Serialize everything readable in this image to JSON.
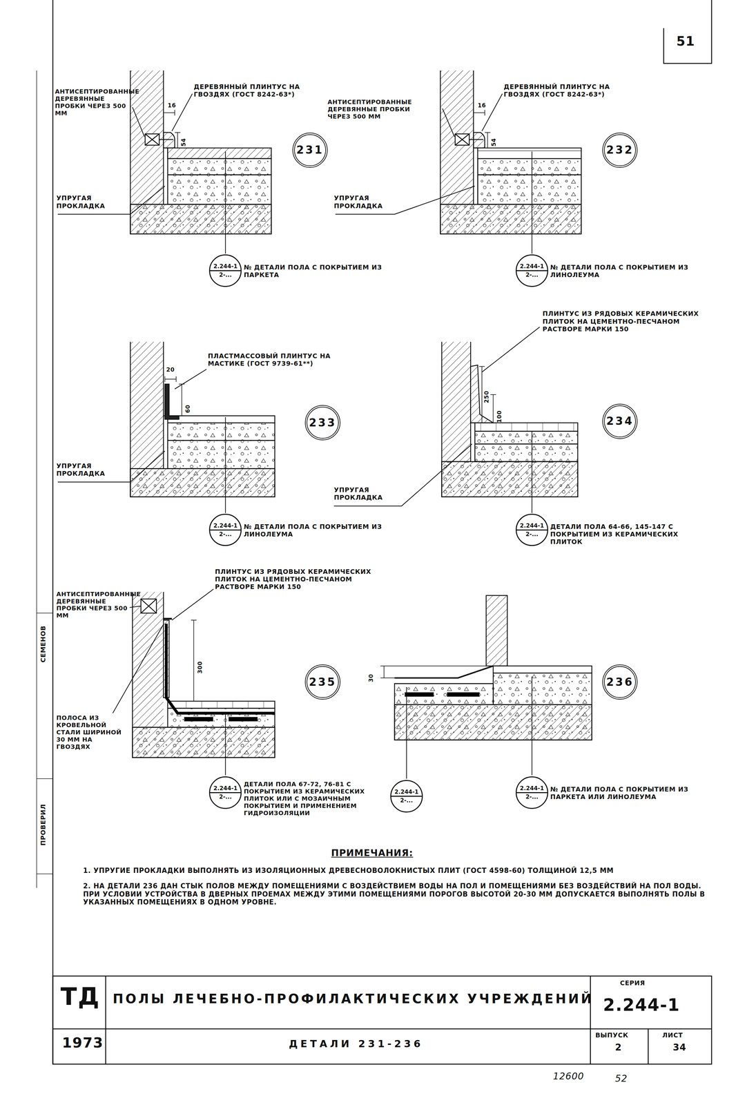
{
  "diagram": {
    "title": "ПОЛЫ ЛЕЧЕБНО-ПРОФИЛАКТИЧЕСКИХ УЧРЕЖДЕНИЙ",
    "nodes": [
      {
        "text": [
          "231"
        ]
      },
      {
        "text": [
          "2.244-1",
          "2-..."
        ]
      },
      {
        "text": [
          "232"
        ]
      },
      {
        "text": [
          "2.244-1",
          "2-..."
        ]
      },
      {
        "text": [
          "233"
        ]
      },
      {
        "text": [
          "2.244-1",
          "2-..."
        ]
      },
      {
        "text": [
          "234"
        ]
      },
      {
        "text": [
          "2.244-1",
          "2-..."
        ]
      },
      {
        "text": [
          "235"
        ]
      },
      {
        "text": [
          "2.244-1",
          "2-..."
        ]
      },
      {
        "text": [
          "2.244-1",
          "2-..."
        ]
      },
      {
        "text": [
          "236"
        ]
      },
      {
        "text": [
          "2.244-1",
          "2-..."
        ]
      }
    ],
    "labels": [
      "АНТИСЕПТИРОВАННЫЕ ДЕРЕВЯННЫЕ ПРОБКИ ЧЕРЕЗ 500 ММ",
      "ДЕРЕВЯННЫЙ ПЛИНТУС НА ГВОЗДЯХ (ГОСТ 8242-63*)",
      "16",
      "54",
      "УПРУГАЯ ПРОКЛАДКА",
      "№ ДЕТАЛИ ПОЛА С ПОКРЫТИЕМ ИЗ ПАРКЕТА",
      "АНТИСЕПТИРОВАННЫЕ ДЕРЕВЯННЫЕ ПРОБКИ ЧЕРЕЗ 500 ММ",
      "ДЕРЕВЯННЫЙ ПЛИНТУС НА ГВОЗДЯХ (ГОСТ 8242-63*)",
      "16",
      "54",
      "УПРУГАЯ ПРОКЛАДКА",
      "№ ДЕТАЛИ ПОЛА С ПОКРЫТИЕМ ИЗ ЛИНОЛЕУМА",
      "ПЛАСТМАССОВЫЙ ПЛИНТУС НА МАСТИКЕ (ГОСТ 9739-61**)",
      "20",
      "60",
      "УПРУГАЯ ПРОКЛАДКА",
      "№ ДЕТАЛИ ПОЛА С ПОКРЫТИЕМ ИЗ ЛИНОЛЕУМА",
      "ПЛИНТУС ИЗ РЯДОВЫХ КЕРАМИЧЕСКИХ ПЛИТОК НА ЦЕМЕНТНО-ПЕСЧАНОМ РАСТВОРЕ МАРКИ 150",
      "250",
      "100",
      "УПРУГАЯ ПРОКЛАДКА",
      "ДЕТАЛИ ПОЛА 64-66, 145-147 С ПОКРЫТИЕМ ИЗ КЕРАМИЧЕСКИХ ПЛИТОК",
      "АНТИСЕПТИРОВАННЫЕ ДЕРЕВЯННЫЕ ПРОБКИ ЧЕРЕЗ 500 ММ",
      "ПЛИНТУС ИЗ РЯДОВЫХ КЕРАМИЧЕСКИХ ПЛИТОК НА ЦЕМЕНТНО-ПЕСЧАНОМ РАСТВОРЕ МАРКИ 150",
      "300",
      "ПОЛОСА ИЗ КРОВЕЛЬНОЙ СТАЛИ ШИРИНОЙ 30 ММ НА ГВОЗДЯХ",
      "ДЕТАЛИ ПОЛА 67-72, 76-81 С ПОКРЫТИЕМ ИЗ КЕРАМИЧЕСКИХ ПЛИТОК ИЛИ С МОЗАИЧНЫМ ПОКРЫТИЕМ И ПРИМЕНЕНИЕМ ГИДРОИЗОЛЯЦИИ",
      "30",
      "№ ДЕТАЛИ ПОЛА С ПОКРЫТИЕМ ИЗ ПАРКЕТА ИЛИ ЛИНОЛЕУМА",
      "ПРИМЕЧАНИЯ:",
      "1. УПРУГИЕ ПРОКЛАДКИ ВЫПОЛНЯТЬ ИЗ ИЗОЛЯЦИОННЫХ ДРЕВЕСНОВОЛОКНИСТЫХ ПЛИТ (ГОСТ 4598-60) ТОЛЩИНОЙ 12,5 ММ",
      "2. НА ДЕТАЛИ 236 ДАН СТЫК ПОЛОВ МЕЖДУ ПОМЕЩЕНИЯМИ С ВОЗДЕЙСТВИЕМ ВОДЫ НА ПОЛ И ПОМЕЩЕНИЯМИ БЕЗ ВОЗДЕЙСТВИЙ НА ПОЛ ВОДЫ. ПРИ УСЛОВИИ УСТРОЙСТВА В ДВЕРНЫХ ПРОЕМАХ МЕЖДУ ЭТИМИ ПОМЕЩЕНИЯМИ ПОРОГОВ ВЫСОТОЙ 20-30 ММ ДОПУСКАЕТСЯ ВЫПОЛНЯТЬ ПОЛЫ В УКАЗАННЫХ ПОМЕЩЕНИЯХ В ОДНОМ УРОВНЕ.",
      "ТД",
      "1973",
      "ПОЛЫ ЛЕЧЕБНО-ПРОФИЛАКТИЧЕСКИХ УЧРЕЖДЕНИЙ",
      "СЕРИЯ",
      "2.244-1",
      "ДЕТАЛИ 231-236",
      "ВЫПУСК",
      "2",
      "ЛИСТ",
      "34",
      "51",
      "12600",
      "52",
      "СЕМЕНОВ",
      "ПРОВЕРИЛ"
    ]
  }
}
